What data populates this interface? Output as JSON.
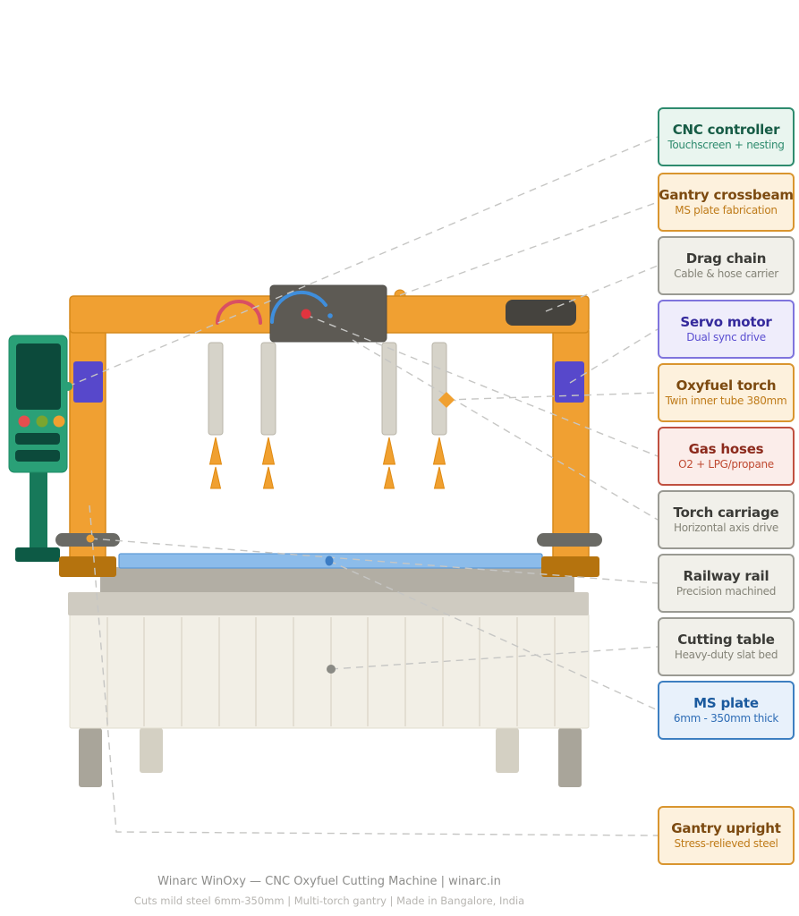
{
  "themes": {
    "green": {
      "border": "#2e8b6e",
      "bg": "#e9f5ef",
      "title": "#175c46",
      "subtitle": "#2e8b6e"
    },
    "orange": {
      "border": "#d9952f",
      "bg": "#fdf1dd",
      "title": "#7c4a10",
      "subtitle": "#bf7b19"
    },
    "gray": {
      "border": "#9a9a93",
      "bg": "#f1f0ea",
      "title": "#3b3b37",
      "subtitle": "#858478"
    },
    "purple": {
      "border": "#7f74dd",
      "bg": "#efedfb",
      "title": "#34299c",
      "subtitle": "#5b4fd1"
    },
    "red": {
      "border": "#c05040",
      "bg": "#fbedea",
      "title": "#8c2a1c",
      "subtitle": "#bf4a32"
    },
    "blue": {
      "border": "#3d7fc1",
      "bg": "#e8f1fb",
      "title": "#1b5a9e",
      "subtitle": "#2d6cb5"
    }
  },
  "callouts": [
    {
      "id": "cnc-controller",
      "theme": "green",
      "title": "CNC controller",
      "subtitle": "Touchscreen + nesting"
    },
    {
      "id": "gantry-crossbeam",
      "theme": "orange",
      "title": "Gantry crossbeam",
      "subtitle": "MS plate fabrication"
    },
    {
      "id": "drag-chain",
      "theme": "gray",
      "title": "Drag chain",
      "subtitle": "Cable & hose carrier"
    },
    {
      "id": "servo-motor",
      "theme": "purple",
      "title": "Servo motor",
      "subtitle": "Dual sync drive"
    },
    {
      "id": "oxyfuel-torch",
      "theme": "orange",
      "title": "Oxyfuel torch",
      "subtitle": "Twin inner tube 380mm"
    },
    {
      "id": "gas-hoses",
      "theme": "red",
      "title": "Gas hoses",
      "subtitle": "O2 + LPG/propane"
    },
    {
      "id": "torch-carriage",
      "theme": "gray",
      "title": "Torch carriage",
      "subtitle": "Horizontal axis drive"
    },
    {
      "id": "railway-rail",
      "theme": "gray",
      "title": "Railway rail",
      "subtitle": "Precision machined"
    },
    {
      "id": "cutting-table",
      "theme": "gray",
      "title": "Cutting table",
      "subtitle": "Heavy-duty slat bed"
    },
    {
      "id": "ms-plate",
      "theme": "blue",
      "title": "MS plate",
      "subtitle": "6mm - 350mm thick"
    },
    {
      "id": "gantry-upright",
      "theme": "orange",
      "title": "Gantry upright",
      "subtitle": "Stress-relieved steel"
    }
  ],
  "footer": {
    "line1": "Winarc WinOxy — CNC Oxyfuel Cutting Machine | winarc.in",
    "line2": "Cuts mild steel 6mm-350mm  |  Multi-torch gantry  |  Made in Bangalore, India"
  },
  "machine_colors": {
    "gantry_orange": "#f0a032",
    "foot_brown": "#b5730e",
    "carriage_gray": "#5d5a54",
    "drag_chain_dark": "#45433e",
    "rail_gray": "#6a6a65",
    "servo_purple": "#5748cb",
    "pendant_green": "#2aa077",
    "pendant_screen": "#0c4a3b",
    "plate_blue": "#8cbcea",
    "hose_red": "#d94f63",
    "hose_blue": "#3f8edc",
    "flame_orange": "#f0a030",
    "bed_cream": "#f2efe6",
    "connector_gray": "#c6c6c4"
  }
}
